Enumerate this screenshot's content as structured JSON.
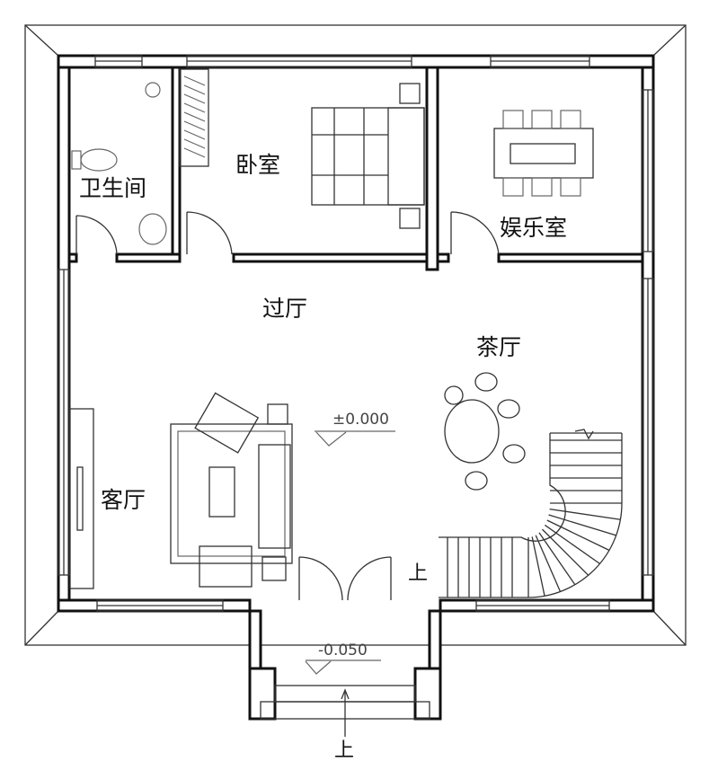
{
  "rooms": {
    "bathroom": "卫生间",
    "bedroom": "卧室",
    "entertainment": "娱乐室",
    "hall": "过厅",
    "tea_room": "茶厅",
    "living_room": "客厅"
  },
  "elevations": {
    "indoor": "±0.000",
    "porch": "-0.050"
  },
  "stair_labels": {
    "stairs_up": "上",
    "entrance_up": "上"
  }
}
